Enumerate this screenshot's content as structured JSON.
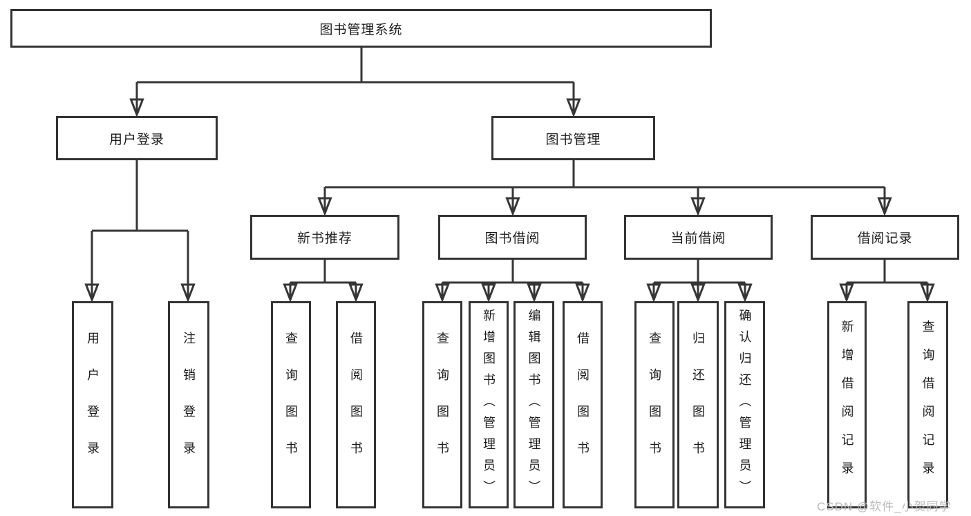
{
  "diagram": {
    "root": {
      "label": "图书管理系统"
    },
    "level2": [
      {
        "label": "用户登录"
      },
      {
        "label": "图书管理"
      }
    ],
    "level3": [
      {
        "label": "新书推荐"
      },
      {
        "label": "图书借阅"
      },
      {
        "label": "当前借阅"
      },
      {
        "label": "借阅记录"
      }
    ],
    "leaves": {
      "user_login": [
        {
          "label": "用户登录"
        },
        {
          "label": "注销登录"
        }
      ],
      "new_book_recommend": [
        {
          "label": "查询图书"
        },
        {
          "label": "借阅图书"
        }
      ],
      "book_borrow": [
        {
          "label": "查询图书"
        },
        {
          "label": "新增图书（管理员）"
        },
        {
          "label": "编辑图书（管理员）"
        },
        {
          "label": "借阅图书"
        }
      ],
      "current_borrow": [
        {
          "label": "查询图书"
        },
        {
          "label": "归还图书"
        },
        {
          "label": "确认归还（管理员）"
        }
      ],
      "borrow_records": [
        {
          "label": "新增借阅记录"
        },
        {
          "label": "查询借阅记录"
        }
      ]
    }
  },
  "watermark": {
    "text": "CSDN @软件_小贺同学"
  },
  "colors": {
    "line": "#363636",
    "box_border": "#333333",
    "text": "#1c1c1c",
    "background": "#ffffff",
    "watermark": "#b9b9b9"
  }
}
